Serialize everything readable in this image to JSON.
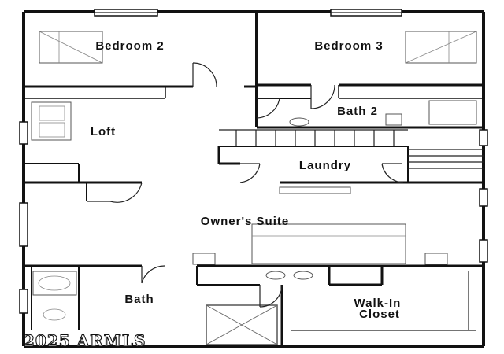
{
  "plan": {
    "rooms": [
      {
        "id": "bedroom-2",
        "label": "Bedroom 2"
      },
      {
        "id": "bedroom-3",
        "label": "Bedroom 3"
      },
      {
        "id": "bath-2",
        "label": "Bath 2"
      },
      {
        "id": "loft",
        "label": "Loft"
      },
      {
        "id": "laundry",
        "label": "Laundry"
      },
      {
        "id": "owners-suite",
        "label": "Owner's Suite"
      },
      {
        "id": "bath",
        "label": "Bath"
      },
      {
        "id": "walk-in-closet",
        "label": "Walk-In Closet",
        "lines": [
          "Walk-In",
          "Closet"
        ]
      }
    ],
    "watermark": "2025 ARMLS"
  }
}
